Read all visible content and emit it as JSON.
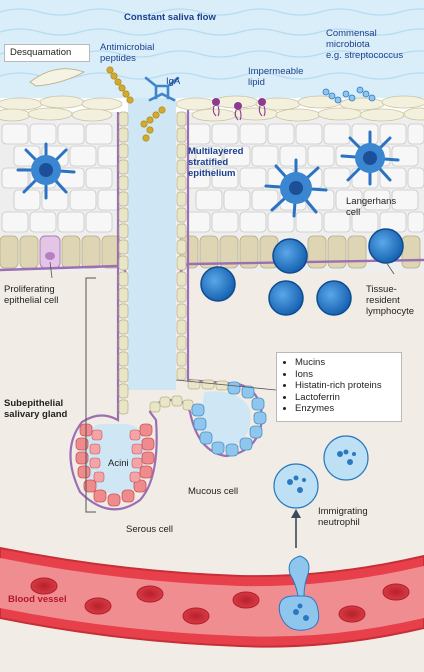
{
  "labels": {
    "saliva_flow": "Constant saliva flow",
    "desquamation": "Desquamation",
    "antimicrobial_peptides": [
      "Antimicrobial",
      "peptides"
    ],
    "iga": "IgA",
    "impermeable_lipid": [
      "Impermeable",
      "lipid"
    ],
    "commensal_microbiota": [
      "Commensal",
      "microbiota",
      "e.g. streptococcus"
    ],
    "epithelium": [
      "Multilayered",
      "stratified",
      "epithelium"
    ],
    "langerhans": [
      "Langerhans",
      "cell"
    ],
    "proliferating": [
      "Proliferating",
      "epithelial cell"
    ],
    "tissue_resident": [
      "Tissue-",
      "resident",
      "lymphocyte"
    ],
    "salivary_gland": [
      "Subepithelial",
      "salivary gland"
    ],
    "acini": "Acini",
    "mucous_cell": "Mucous cell",
    "serous_cell": "Serous cell",
    "immigrating_neutrophil": [
      "Immigrating",
      "neutrophil"
    ],
    "blood_vessel": "Blood vessel"
  },
  "secretions": [
    "Mucins",
    "Ions",
    "Histatin-rich proteins",
    "Lactoferrin",
    "Enzymes"
  ],
  "colors": {
    "saliva": "#d6ecf8",
    "lumen": "#cfe6f5",
    "langerhans": "#2b73c2",
    "lymphocyte": "#1e74c8",
    "serous": "#ef8a8d",
    "mucous": "#8ec6ee",
    "vessel": "#e8404a",
    "basement": "#9c6fb5"
  }
}
